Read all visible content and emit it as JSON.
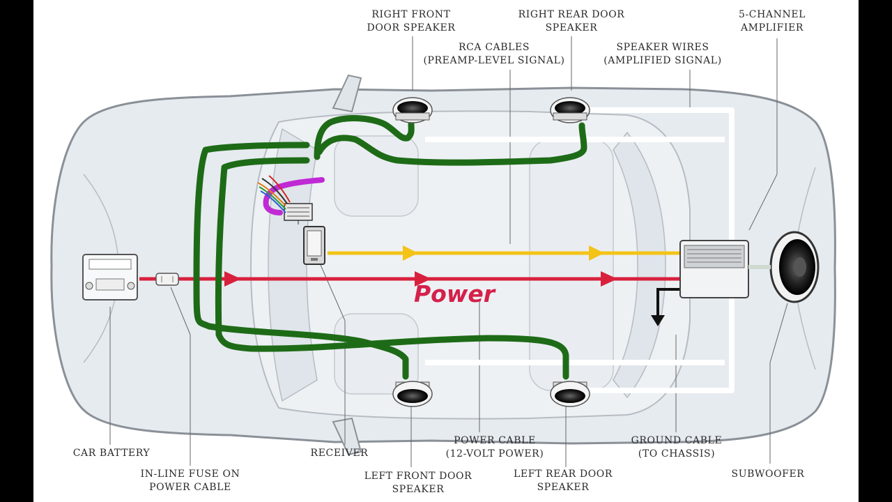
{
  "colors": {
    "power": "#d8203d",
    "rca": "#f3c318",
    "speaker_wire": "#1e6b17",
    "harness": "#c02ad4",
    "car_body": "#e6ebf0",
    "car_outline": "#8a9097"
  },
  "labels": {
    "right_front": [
      "RIGHT FRONT",
      "DOOR SPEAKER"
    ],
    "right_rear": [
      "RIGHT REAR DOOR",
      "SPEAKER"
    ],
    "amplifier": [
      "5-CHANNEL",
      "AMPLIFIER"
    ],
    "rca": [
      "RCA CABLES",
      "(PREAMP-LEVEL SIGNAL)"
    ],
    "speaker_wires": [
      "SPEAKER WIRES",
      "(AMPLIFIED SIGNAL)"
    ],
    "car_battery": [
      "CAR BATTERY"
    ],
    "inline_fuse": [
      "IN-LINE FUSE ON",
      "POWER CABLE"
    ],
    "receiver": [
      "RECEIVER"
    ],
    "left_front": [
      "LEFT FRONT DOOR",
      "SPEAKER"
    ],
    "power_cable": [
      "POWER CABLE",
      "(12-VOLT POWER)"
    ],
    "left_rear": [
      "LEFT REAR DOOR",
      "SPEAKER"
    ],
    "ground_cable": [
      "GROUND CABLE",
      "(TO CHASSIS)"
    ],
    "subwoofer": [
      "SUBWOOFER"
    ]
  },
  "annotation": {
    "power": "Power"
  },
  "icons": [
    "car-battery-icon",
    "inline-fuse-icon",
    "receiver-icon",
    "wire-harness-icon",
    "speaker-icon",
    "amplifier-icon",
    "subwoofer-icon"
  ]
}
